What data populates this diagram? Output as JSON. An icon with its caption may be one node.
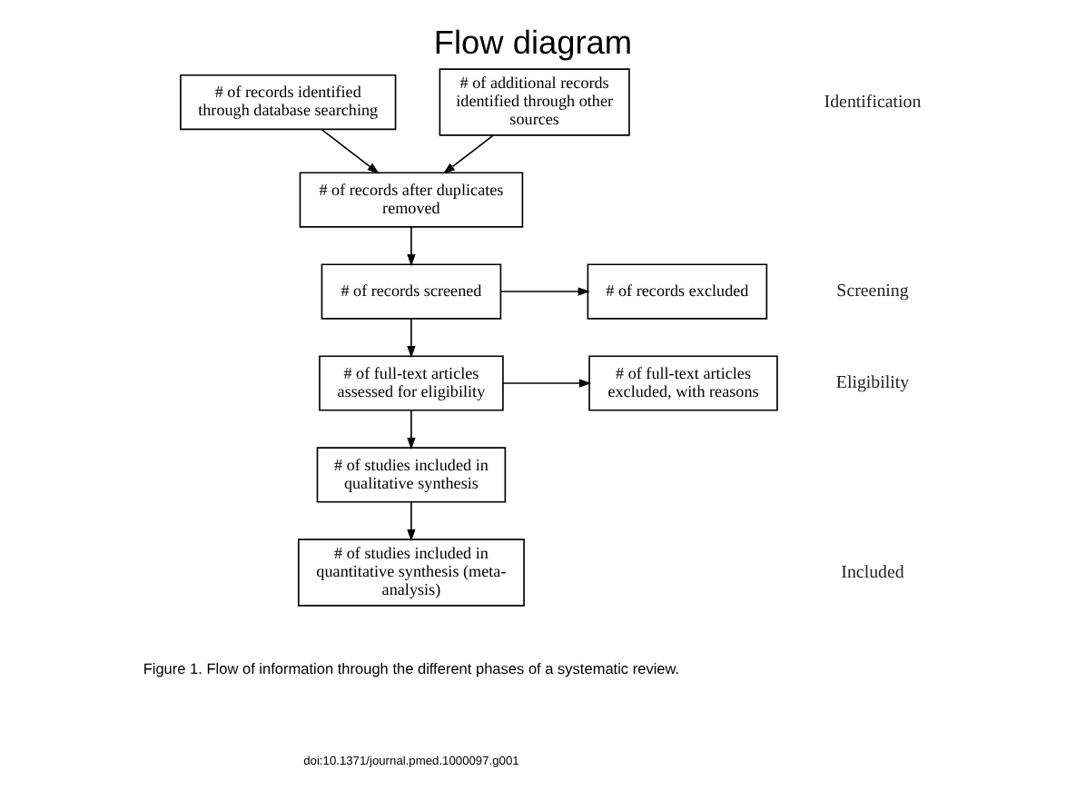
{
  "diagram": {
    "title": "Flow diagram",
    "caption": "Figure 1. Flow of information through the different phases of a systematic review.",
    "nodes": [
      {
        "text": [
          "# of records identified through database searching"
        ]
      },
      {
        "text": [
          "# of additional records identified through other sources"
        ]
      },
      {
        "text": [
          "# of records after duplicates removed"
        ]
      },
      {
        "text": [
          "# of records screened"
        ]
      },
      {
        "text": [
          "# of records excluded"
        ]
      },
      {
        "text": [
          "# of full-text articles assessed for eligibility"
        ]
      },
      {
        "text": [
          "# of full-text articles excluded, with reasons"
        ]
      },
      {
        "text": [
          "# of studies included in qualitative synthesis"
        ]
      },
      {
        "text": [
          "# of studies included in quantitative synthesis (meta-analysis)"
        ]
      }
    ],
    "edges": [
      {
        "from": 0,
        "to": 2,
        "arrow": "to"
      },
      {
        "from": 1,
        "to": 2,
        "arrow": "to"
      },
      {
        "from": 2,
        "to": 3,
        "arrow": "to"
      },
      {
        "from": 3,
        "to": 4,
        "arrow": "to"
      },
      {
        "from": 3,
        "to": 5,
        "arrow": "to"
      },
      {
        "from": 5,
        "to": 6,
        "arrow": "to"
      },
      {
        "from": 5,
        "to": 7,
        "arrow": "to"
      },
      {
        "from": 7,
        "to": 8,
        "arrow": "to"
      }
    ],
    "labels": [
      "Identification",
      "Screening",
      "Eligibility",
      "Included",
      "doi:10.1371/journal.pmed.1000097.g001"
    ]
  }
}
